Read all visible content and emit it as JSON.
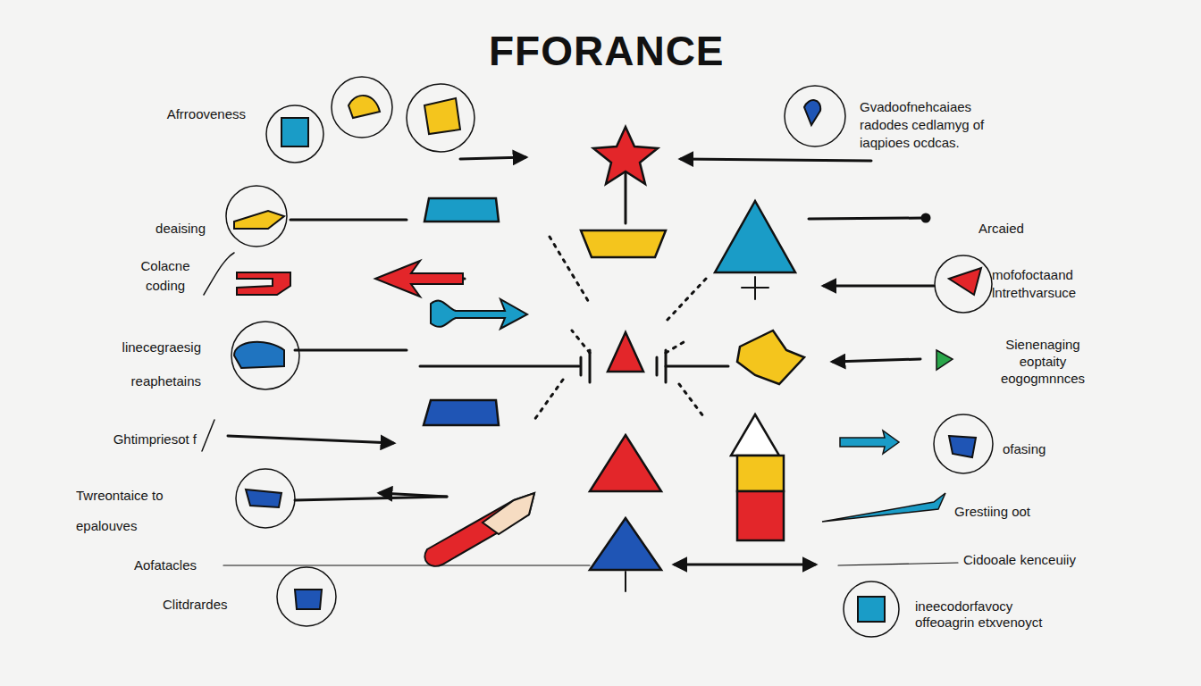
{
  "diagram": {
    "title": "FFORANCE",
    "labels": [
      "Afrrooveness",
      "deaising",
      "Colacne coding",
      "linecegraesig reaphetains",
      "Ghtimpriesot f",
      "Twreontaice to epalouves",
      "Aofatacles",
      "Clitdrardes",
      "Gvadoofnehcaiaes radodes cedlamyg of iaqpioes ocdcas.",
      "Arcaied",
      "mofofoctaand lntrethvarsuce",
      "Sienenaging eoptaity eogogmnnces",
      "ofasing",
      "Grestiing oot",
      "Cidooale kenceuiiy",
      "ineecodorfavocy offeoagrin etxvenoyct"
    ]
  }
}
